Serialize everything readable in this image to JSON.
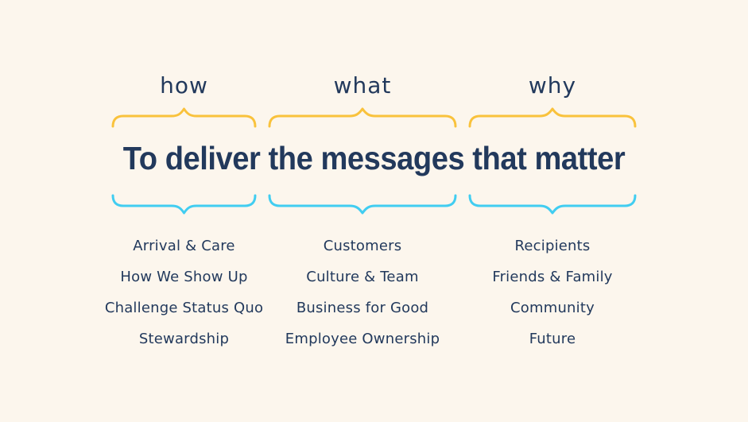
{
  "colors": {
    "background": "#FCF6ED",
    "navy": "#22395C",
    "yellow": "#F9C23C",
    "cyan": "#41CDF1"
  },
  "headline": {
    "text": "To deliver the messages that matter"
  },
  "columns": [
    {
      "label": "how",
      "items": [
        "Arrival & Care",
        "How We Show Up",
        "Challenge Status Quo",
        "Stewardship"
      ]
    },
    {
      "label": "what",
      "items": [
        "Customers",
        "Culture & Team",
        "Business for Good",
        "Employee Ownership"
      ]
    },
    {
      "label": "why",
      "items": [
        "Recipients",
        "Friends & Family",
        "Community",
        "Future"
      ]
    }
  ]
}
